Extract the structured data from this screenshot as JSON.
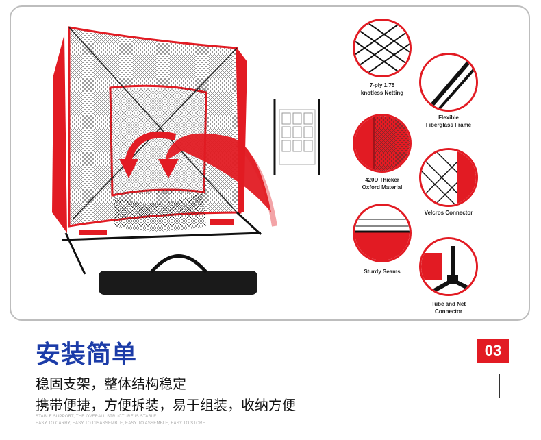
{
  "product": {
    "features": [
      {
        "id": "netting",
        "label": "7-ply 1.75\nknotless Netting"
      },
      {
        "id": "fiberglass",
        "label": "Flexible\nFiberglass Frame"
      },
      {
        "id": "oxford",
        "label": "420D Thicker\nOxford Material"
      },
      {
        "id": "velcro",
        "label": "Velcros Connector"
      },
      {
        "id": "seams",
        "label": "Sturdy Seams"
      },
      {
        "id": "tube",
        "label": "Tube and Net\nConnector"
      }
    ]
  },
  "section": {
    "title": "安装简单",
    "line1": "稳固支架，整体结构稳定",
    "line2": "携带便捷，方便拆装，易于组装，收纳方便",
    "en_line1": "STABLE SUPPORT, THE OVERALL STRUCTURE IS STABLE",
    "en_line2": "EASY TO CARRY, EASY TO DISASSEMBLE, EASY TO ASSEMBLE, EASY TO STORE",
    "number": "03"
  },
  "colors": {
    "accent": "#e21b23",
    "title": "#1c3ca8",
    "border": "#bdbdbd"
  }
}
